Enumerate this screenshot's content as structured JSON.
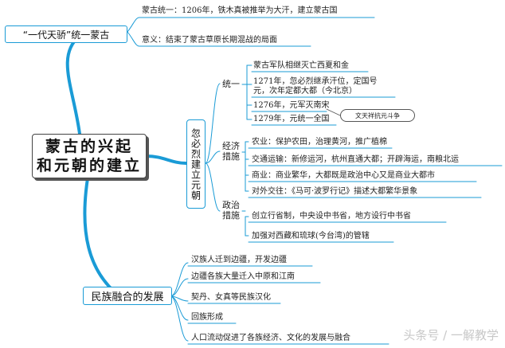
{
  "central": {
    "line1": "蒙古的兴起",
    "line2": "和元朝的建立"
  },
  "branch_top": {
    "title": "“一代天骄”统一蒙古",
    "item1": "蒙古统一：1206年，铁木真被推举为大汗，建立蒙古国",
    "item2": "意义：结束了蒙古草原长期混战的局面"
  },
  "branch_mid": {
    "title": "忽必烈建立元朝",
    "unify": {
      "label": "统一",
      "items": [
        "蒙古军队相继灭亡西夏和金",
        "1271年，忽必烈继承汗位，定国号",
        "元，次年定都大都（今北京）",
        "1276年，元军灭南宋",
        "1279年，元统一全国"
      ],
      "bubble": "文天祥抗元斗争"
    },
    "economy": {
      "label1": "经济",
      "label2": "措施",
      "items": [
        "农业：保护农田，治理黄河，推广植棉",
        "交通运输：新修运河，杭州直通大都；开辟海运，南粮北运",
        "商业：商业繁华，大都既是政治中心又是商业大都市",
        "对外交往：《马可·波罗行记》描述大都繁华景象"
      ]
    },
    "politics": {
      "label1": "政治",
      "label2": "措施",
      "items": [
        "创立行省制，中央设中书省，地方设行中书省",
        "加强对西藏和琉球(今台湾)的管辖"
      ]
    }
  },
  "branch_bottom": {
    "title": "民族融合的发展",
    "items": [
      "汉族人迁到边疆，开发边疆",
      "边疆各族大量迁入中原和江南",
      "契丹、女真等民族汉化",
      "回族形成",
      "人口流动促进了各族经济、文化的发展与融合"
    ]
  },
  "watermark": "头条号 / 一解教学",
  "colors": {
    "branch": "#1a9bd6",
    "text": "#222222",
    "underline": "#1a9bd6"
  }
}
